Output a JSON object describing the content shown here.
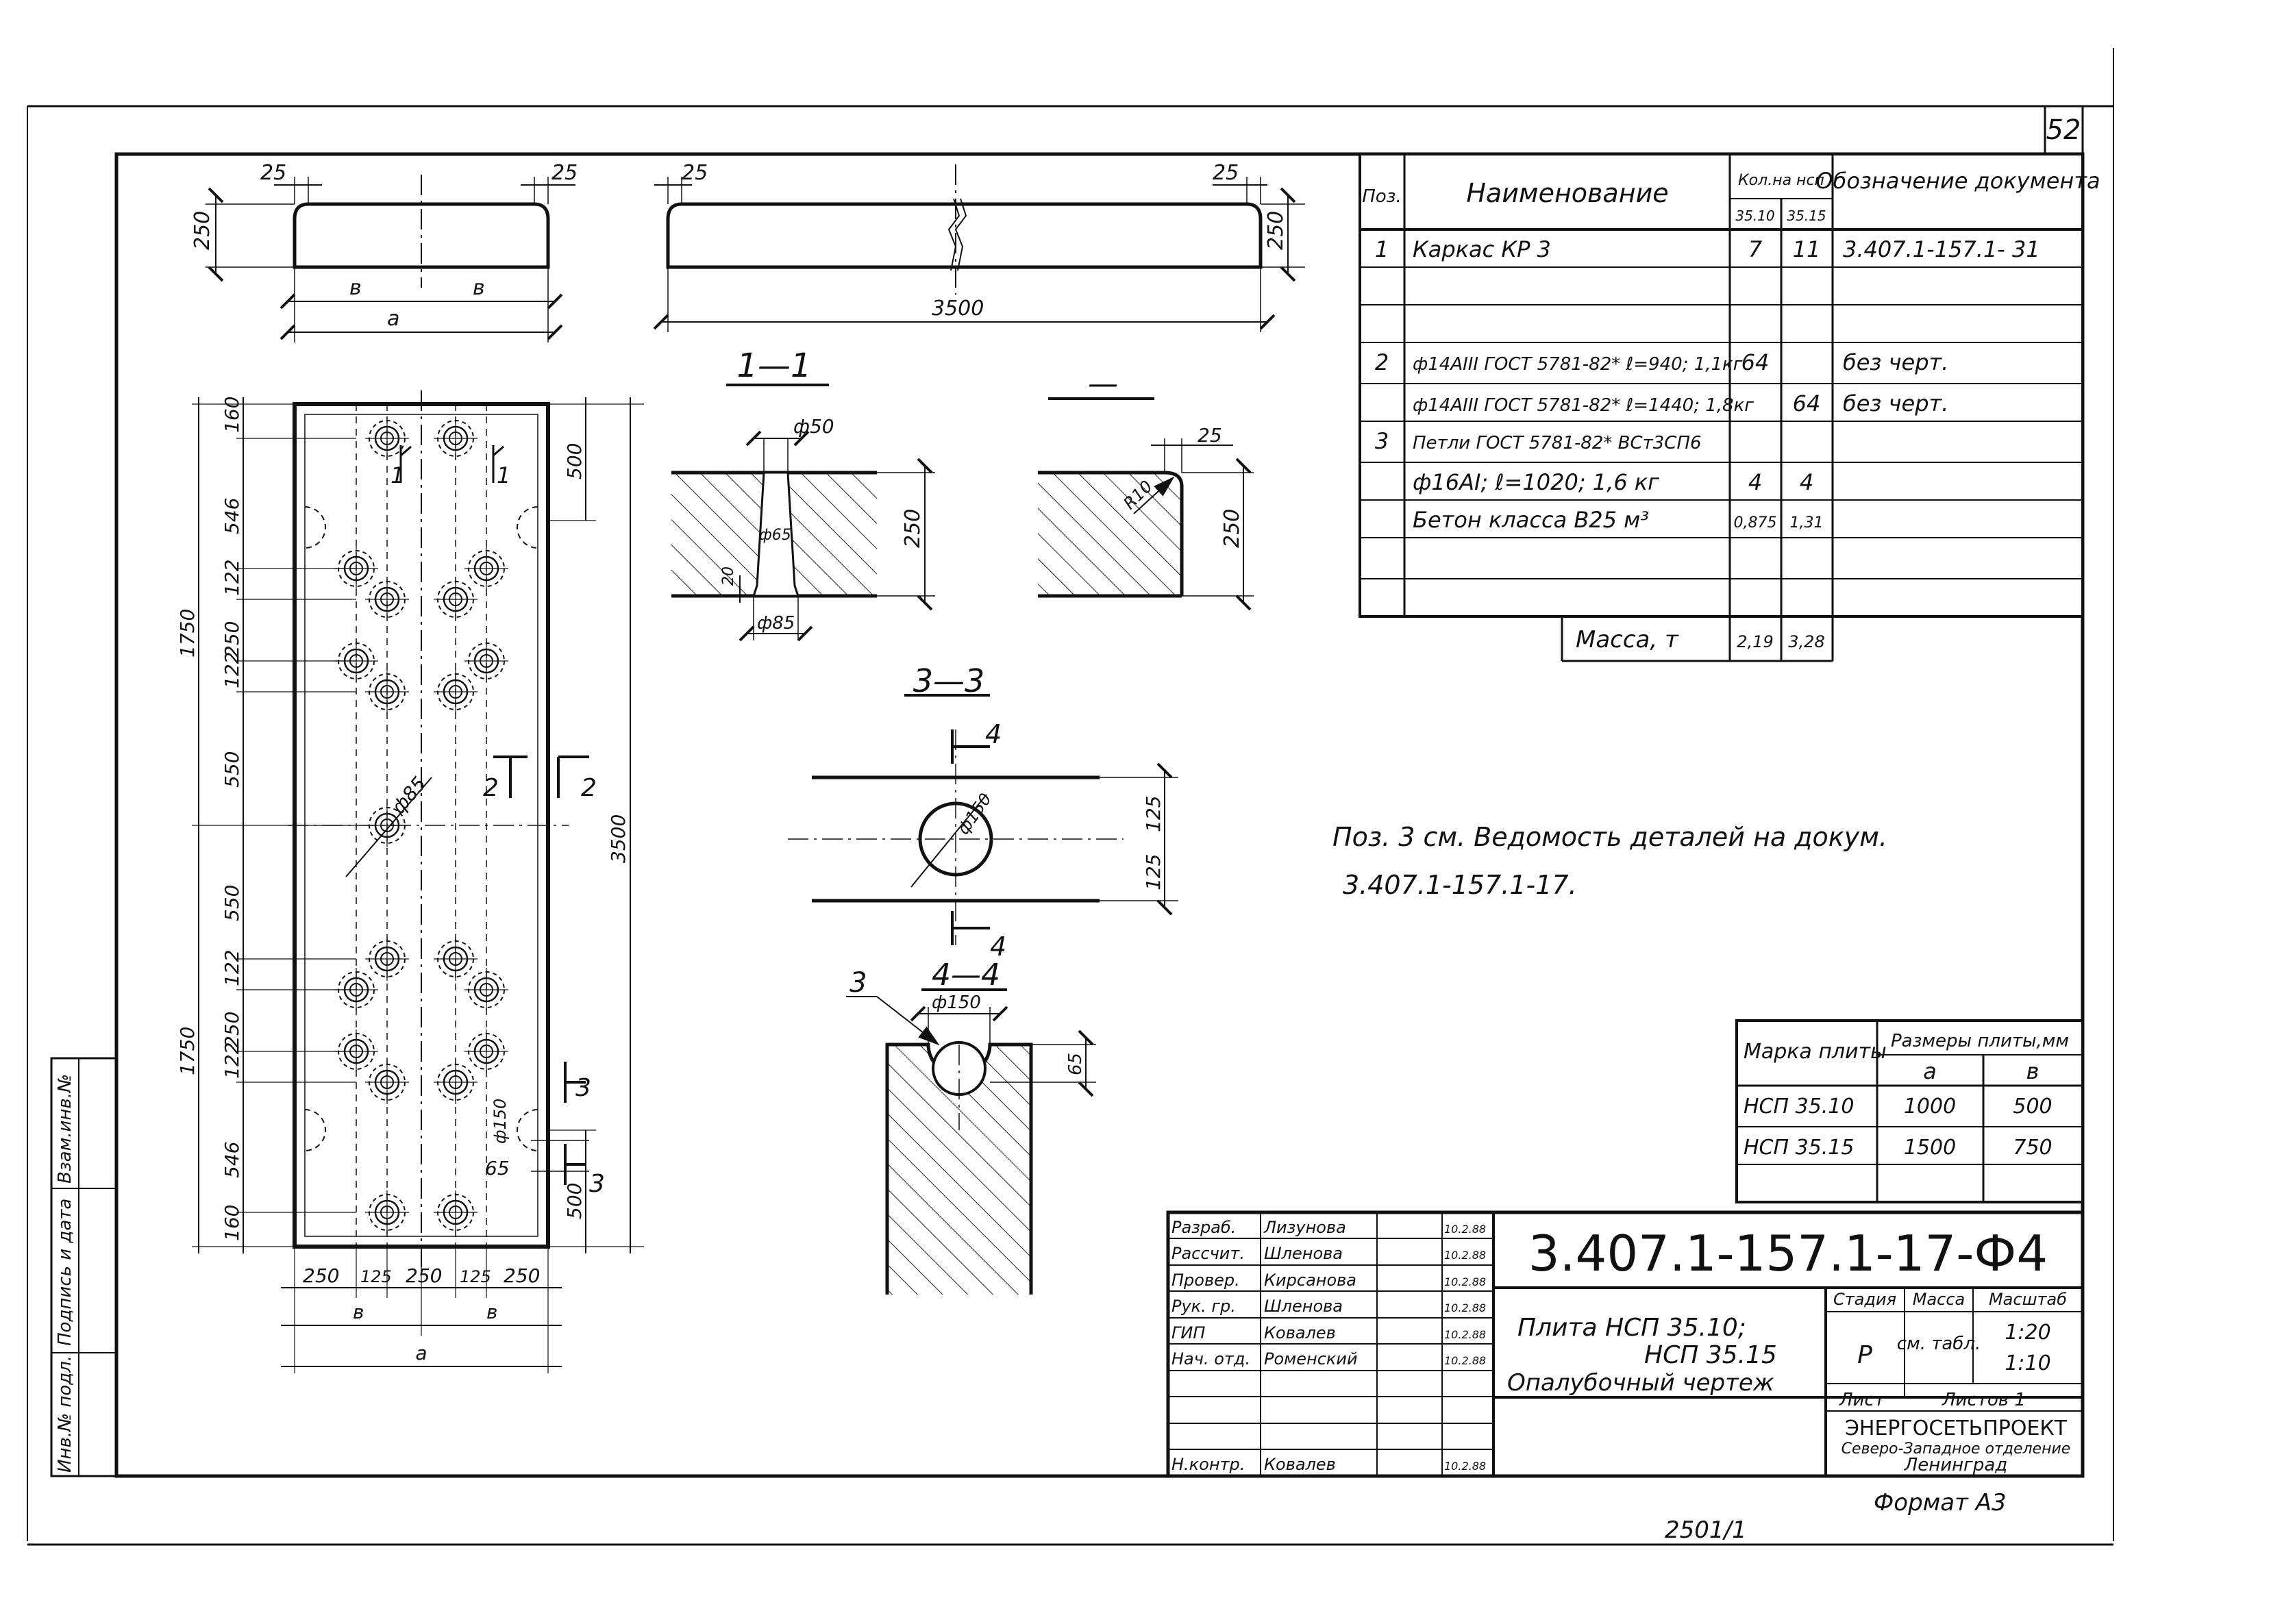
{
  "sheet": {
    "page_number": "52",
    "format": "Формат А3",
    "archive_number": "2501/1",
    "note_line1": "Поз. 3 см. Ведомость деталей на докум.",
    "note_line2": "3.407.1-157.1-17."
  },
  "side_stamp": [
    "Инв.№ подл.",
    "Подпись и дата",
    "Взам.инв.№"
  ],
  "spec_table": {
    "headers": {
      "pos": "Поз.",
      "name": "Наименование",
      "qty": "Кол.на нсп",
      "q1": "35.10",
      "q2": "35.15",
      "doc": "Обозначение документа"
    },
    "rows": [
      {
        "pos": "1",
        "name": "Каркас     КР 3",
        "q1": "7",
        "q2": "11",
        "doc": "3.407.1-157.1- 31"
      },
      {
        "pos": "",
        "name": "",
        "q1": "",
        "q2": "",
        "doc": ""
      },
      {
        "pos": "",
        "name": "",
        "q1": "",
        "q2": "",
        "doc": ""
      },
      {
        "pos": "2",
        "name": "ф14АIII ГОСТ 5781-82* ℓ=940; 1,1кг",
        "q1": "64",
        "q2": "",
        "doc": "без  черт."
      },
      {
        "pos": "",
        "name": "ф14АIII ГОСТ 5781-82* ℓ=1440; 1,8кг",
        "q1": "",
        "q2": "64",
        "doc": "без  черт."
      },
      {
        "pos": "3",
        "name": "Петли ГОСТ 5781-82* ВСт3СП6",
        "q1": "",
        "q2": "",
        "doc": ""
      },
      {
        "pos": "",
        "name": "ф16АI;  ℓ=1020;   1,6 кг",
        "q1": "4",
        "q2": "4",
        "doc": ""
      },
      {
        "pos": "",
        "name": "Бетон класса    В25 м³",
        "q1": "0,875",
        "q2": "1,31",
        "doc": ""
      },
      {
        "pos": "",
        "name": "",
        "q1": "",
        "q2": "",
        "doc": ""
      },
      {
        "pos": "",
        "name": "",
        "q1": "",
        "q2": "",
        "doc": ""
      }
    ],
    "mass_label": "Масса, т",
    "mass_q1": "2,19",
    "mass_q2": "3,28"
  },
  "sizes_table": {
    "h_mark": "Марка плиты",
    "h_sizes": "Размеры плиты,мм",
    "h_a": "a",
    "h_b": "в",
    "rows": [
      {
        "mark": "НСП 35.10",
        "a": "1000",
        "b": "500"
      },
      {
        "mark": "НСП 35.15",
        "a": "1500",
        "b": "750"
      },
      {
        "mark": "",
        "a": "",
        "b": ""
      }
    ]
  },
  "title_block": {
    "doc_code": "3.407.1-157.1-17-Ф4",
    "signers": [
      {
        "role": "Разраб.",
        "name": "Лизунова",
        "date": "10.2.88"
      },
      {
        "role": "Рассчит.",
        "name": "Шленова",
        "date": "10.2.88"
      },
      {
        "role": "Провер.",
        "name": "Кирсанова",
        "date": "10.2.88"
      },
      {
        "role": "Рук. гр.",
        "name": "Шленова",
        "date": "10.2.88"
      },
      {
        "role": "ГИП",
        "name": "Ковалев",
        "date": "10.2.88"
      },
      {
        "role": "Нач. отд.",
        "name": "Роменский",
        "date": "10.2.88"
      },
      {
        "role": "",
        "name": "",
        "date": ""
      },
      {
        "role": "",
        "name": "",
        "date": ""
      },
      {
        "role": "",
        "name": "",
        "date": ""
      },
      {
        "role": "Н.контр.",
        "name": "Ковалев",
        "date": "10.2.88"
      }
    ],
    "title_line1": "Плита   НСП  35.10;",
    "title_line2": "НСП  35.15",
    "title_line3": "Опалубочный  чертеж",
    "stage_h": "Стадия",
    "mass_h": "Масса",
    "scale_h": "Масштаб",
    "stage": "Р",
    "mass": "см. табл.",
    "scale1": "1:20",
    "scale2": "1:10",
    "sheet_label": "Лист",
    "sheets_label": "Листов 1",
    "org1": "ЭНЕРГОСЕТЬПРОЕКТ",
    "org2": "Северо-Западное отделение",
    "org3": "Ленинград"
  },
  "drawing": {
    "dims_top_left": {
      "d25a": "25",
      "d25b": "25",
      "d250": "250",
      "b1": "в",
      "b2": "в",
      "a": "a"
    },
    "dims_top_right": {
      "d25a": "25",
      "d25b": "25",
      "d250": "250",
      "len": "3500"
    },
    "plan_left_dims": [
      "160",
      "546",
      "122",
      "250",
      "122",
      "550",
      "550",
      "122",
      "250",
      "122",
      "546",
      "160"
    ],
    "plan_half": "1750",
    "plan_half2": "1750",
    "plan_right_dims": {
      "d500a": "500",
      "total": "3500",
      "d500b": "500",
      "d65": "65",
      "phi150": "ф150"
    },
    "plan_bottom_dims": [
      "250",
      "125",
      "250",
      "125",
      "250"
    ],
    "plan_bottom_b1": "в",
    "plan_bottom_b2": "в",
    "plan_bottom_a": "a",
    "phi85": "ф85",
    "cut_marks": {
      "c1a": "1",
      "c1b": "1",
      "c2a": "2",
      "c2b": "2",
      "c3a": "3",
      "c3b": "3"
    },
    "section_1_1": {
      "title": "1—1",
      "phi50": "ф50",
      "phi65": "ф65",
      "phi85": "ф85",
      "d20": "20",
      "d250": "250"
    },
    "section_2_2": {
      "title": "—",
      "d25": "25",
      "r10": "R10",
      "d250": "250"
    },
    "section_3_3": {
      "title": "3—3",
      "phi150": "ф150",
      "d125a": "125",
      "d125b": "125",
      "m4a": "4",
      "m4b": "4"
    },
    "section_4_4": {
      "title": "4—4",
      "phi150": "ф150",
      "d65": "65",
      "pos3": "3"
    }
  }
}
